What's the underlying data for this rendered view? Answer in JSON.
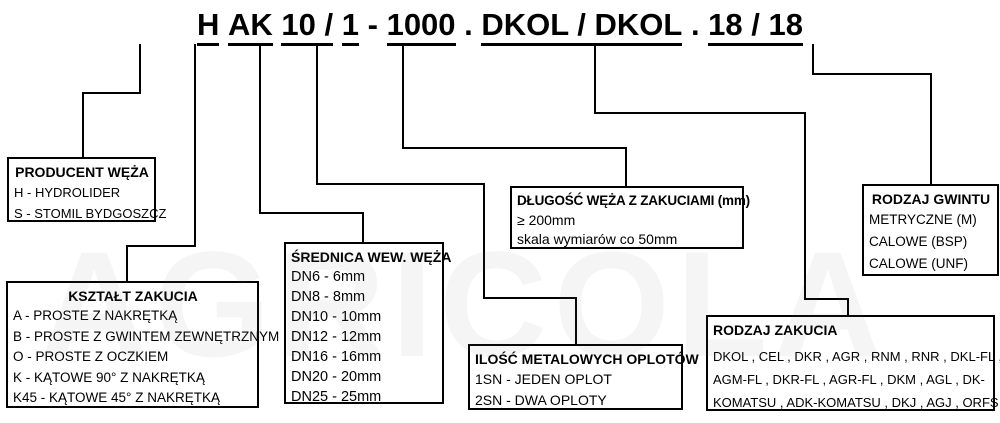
{
  "title": {
    "segments": [
      {
        "text": "H",
        "underline": true
      },
      {
        "text": " ",
        "underline": false
      },
      {
        "text": "AK",
        "underline": true
      },
      {
        "text": " ",
        "underline": false
      },
      {
        "text": "10 /",
        "underline": true
      },
      {
        "text": " ",
        "underline": false
      },
      {
        "text": "1",
        "underline": true
      },
      {
        "text": " - ",
        "underline": false
      },
      {
        "text": "1000",
        "underline": true
      },
      {
        "text": " . ",
        "underline": false
      },
      {
        "text": "DKOL / DKOL",
        "underline": true
      },
      {
        "text": " . ",
        "underline": false
      },
      {
        "text": "18 / 18",
        "underline": true
      }
    ]
  },
  "boxes": {
    "producent": {
      "title": "PRODUCENT WĘŻA",
      "items": [
        "H - HYDROLIDER",
        "S - STOMIL BYDGOSZCZ"
      ]
    },
    "ksztalt": {
      "title": "KSZTAŁT ZAKUCIA",
      "items": [
        "A - PROSTE Z NAKRĘTKĄ",
        "B - PROSTE Z GWINTEM ZEWNĘTRZNYM",
        "O - PROSTE Z OCZKIEM",
        "K - KĄTOWE 90° Z NAKRĘTKĄ",
        "K45 - KĄTOWE 45° Z NAKRĘTKĄ"
      ]
    },
    "srednica": {
      "title": "ŚREDNICA WEW. WĘŻA",
      "items": [
        "DN6 - 6mm",
        "DN8 - 8mm",
        "DN10 - 10mm",
        "DN12 - 12mm",
        "DN16 - 16mm",
        "DN20 - 20mm",
        "DN25 - 25mm"
      ]
    },
    "dlugosc": {
      "title": "DŁUGOŚĆ WĘŻA Z ZAKUCIAMI (mm)",
      "items": [
        "≥ 200mm",
        "skala wymiarów co 50mm"
      ]
    },
    "ilosc": {
      "title": "ILOŚĆ METALOWYCH OPLOTÓW",
      "items": [
        "1SN - JEDEN OPLOT",
        "2SN - DWA OPLOTY"
      ]
    },
    "rodzaj_zakucia": {
      "title": "RODZAJ ZAKUCIA",
      "items": [
        "DKOL , CEL , DKR , AGR , RNM , RNR , DKL-FL ,",
        "AGM-FL , DKR-FL , AGR-FL , DKM , AGL , DK-",
        "KOMATSU , ADK-KOMATSU , DKJ , AGJ , ORFS"
      ]
    },
    "rodzaj_gwintu": {
      "title": "RODZAJ GWINTU",
      "items": [
        "METRYCZNE (M)",
        "CALOWE (BSP)",
        "CALOWE (UNF)"
      ]
    }
  },
  "watermark": {
    "text": "AGRICOLA"
  },
  "colors": {
    "line": "#000000",
    "text": "#000000",
    "border": "#000000"
  }
}
